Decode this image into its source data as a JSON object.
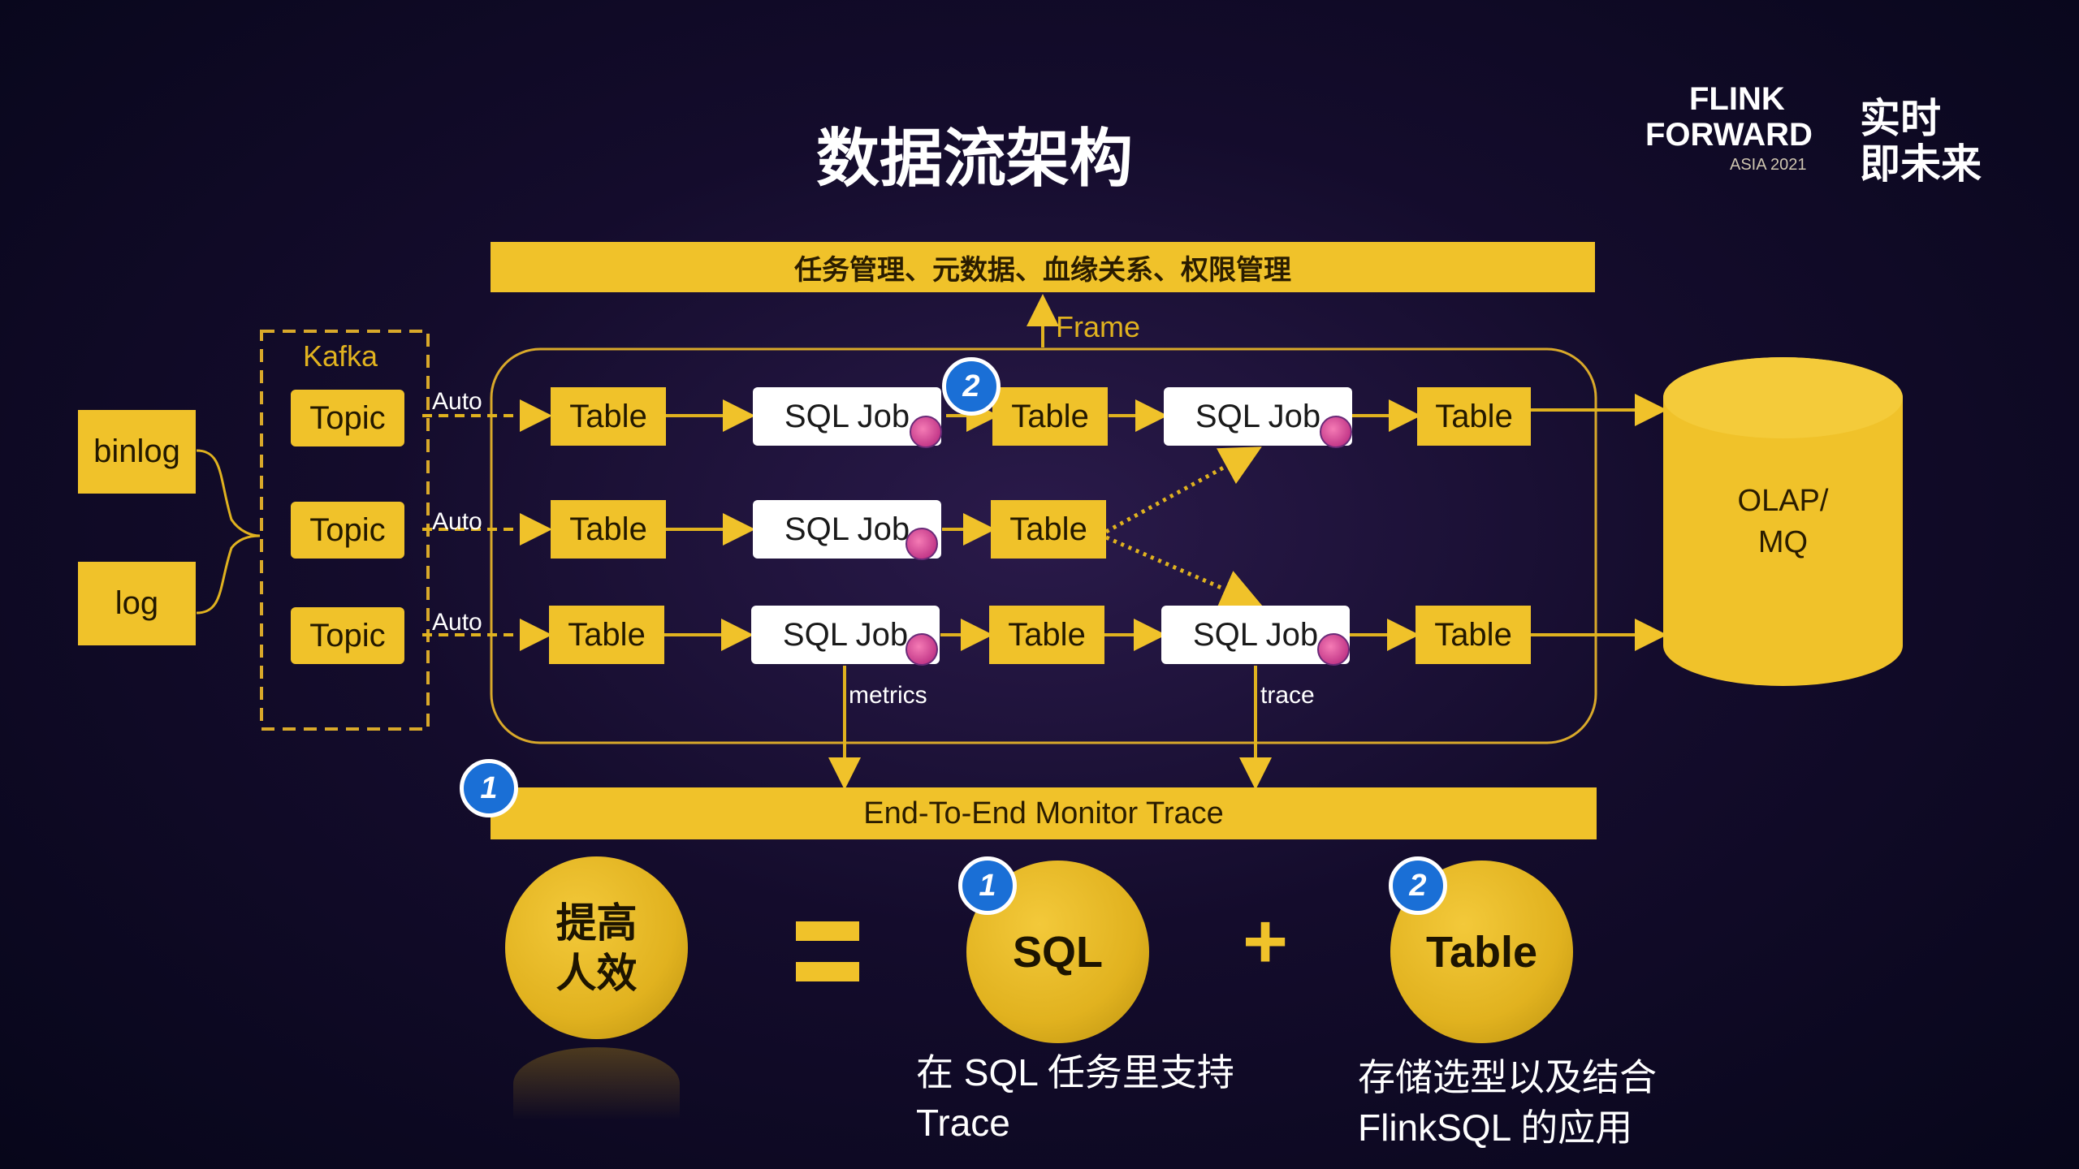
{
  "title": "数据流架构",
  "logo": {
    "line1": "FLINK",
    "line2": "FORWARD",
    "sub": "ASIA 2021",
    "cn1": "实时",
    "cn2": "即未来"
  },
  "top_bar": "任务管理、元数据、血缘关系、权限管理",
  "frame_label": "Frame",
  "monitor_bar": "End-To-End Monitor Trace",
  "sources": {
    "binlog": "binlog",
    "log": "log"
  },
  "kafka": {
    "label": "Kafka",
    "topics": [
      "Topic",
      "Topic",
      "Topic"
    ]
  },
  "auto_label": "Auto",
  "table_label": "Table",
  "sqljob_label": "SQL Job",
  "metrics_label": "metrics",
  "trace_label": "trace",
  "olap": {
    "line1": "OLAP/",
    "line2": "MQ"
  },
  "badges": {
    "one": "1",
    "two": "2"
  },
  "bottom": {
    "left_circle": {
      "line1": "提高",
      "line2": "人效"
    },
    "equals": "=",
    "plus": "+",
    "sql_circle": "SQL",
    "table_circle": "Table",
    "sql_caption": {
      "line1": "在 SQL 任务里支持",
      "line2": "Trace"
    },
    "table_caption": {
      "line1": "存储选型以及结合",
      "line2": "FlinkSQL 的应用"
    }
  }
}
